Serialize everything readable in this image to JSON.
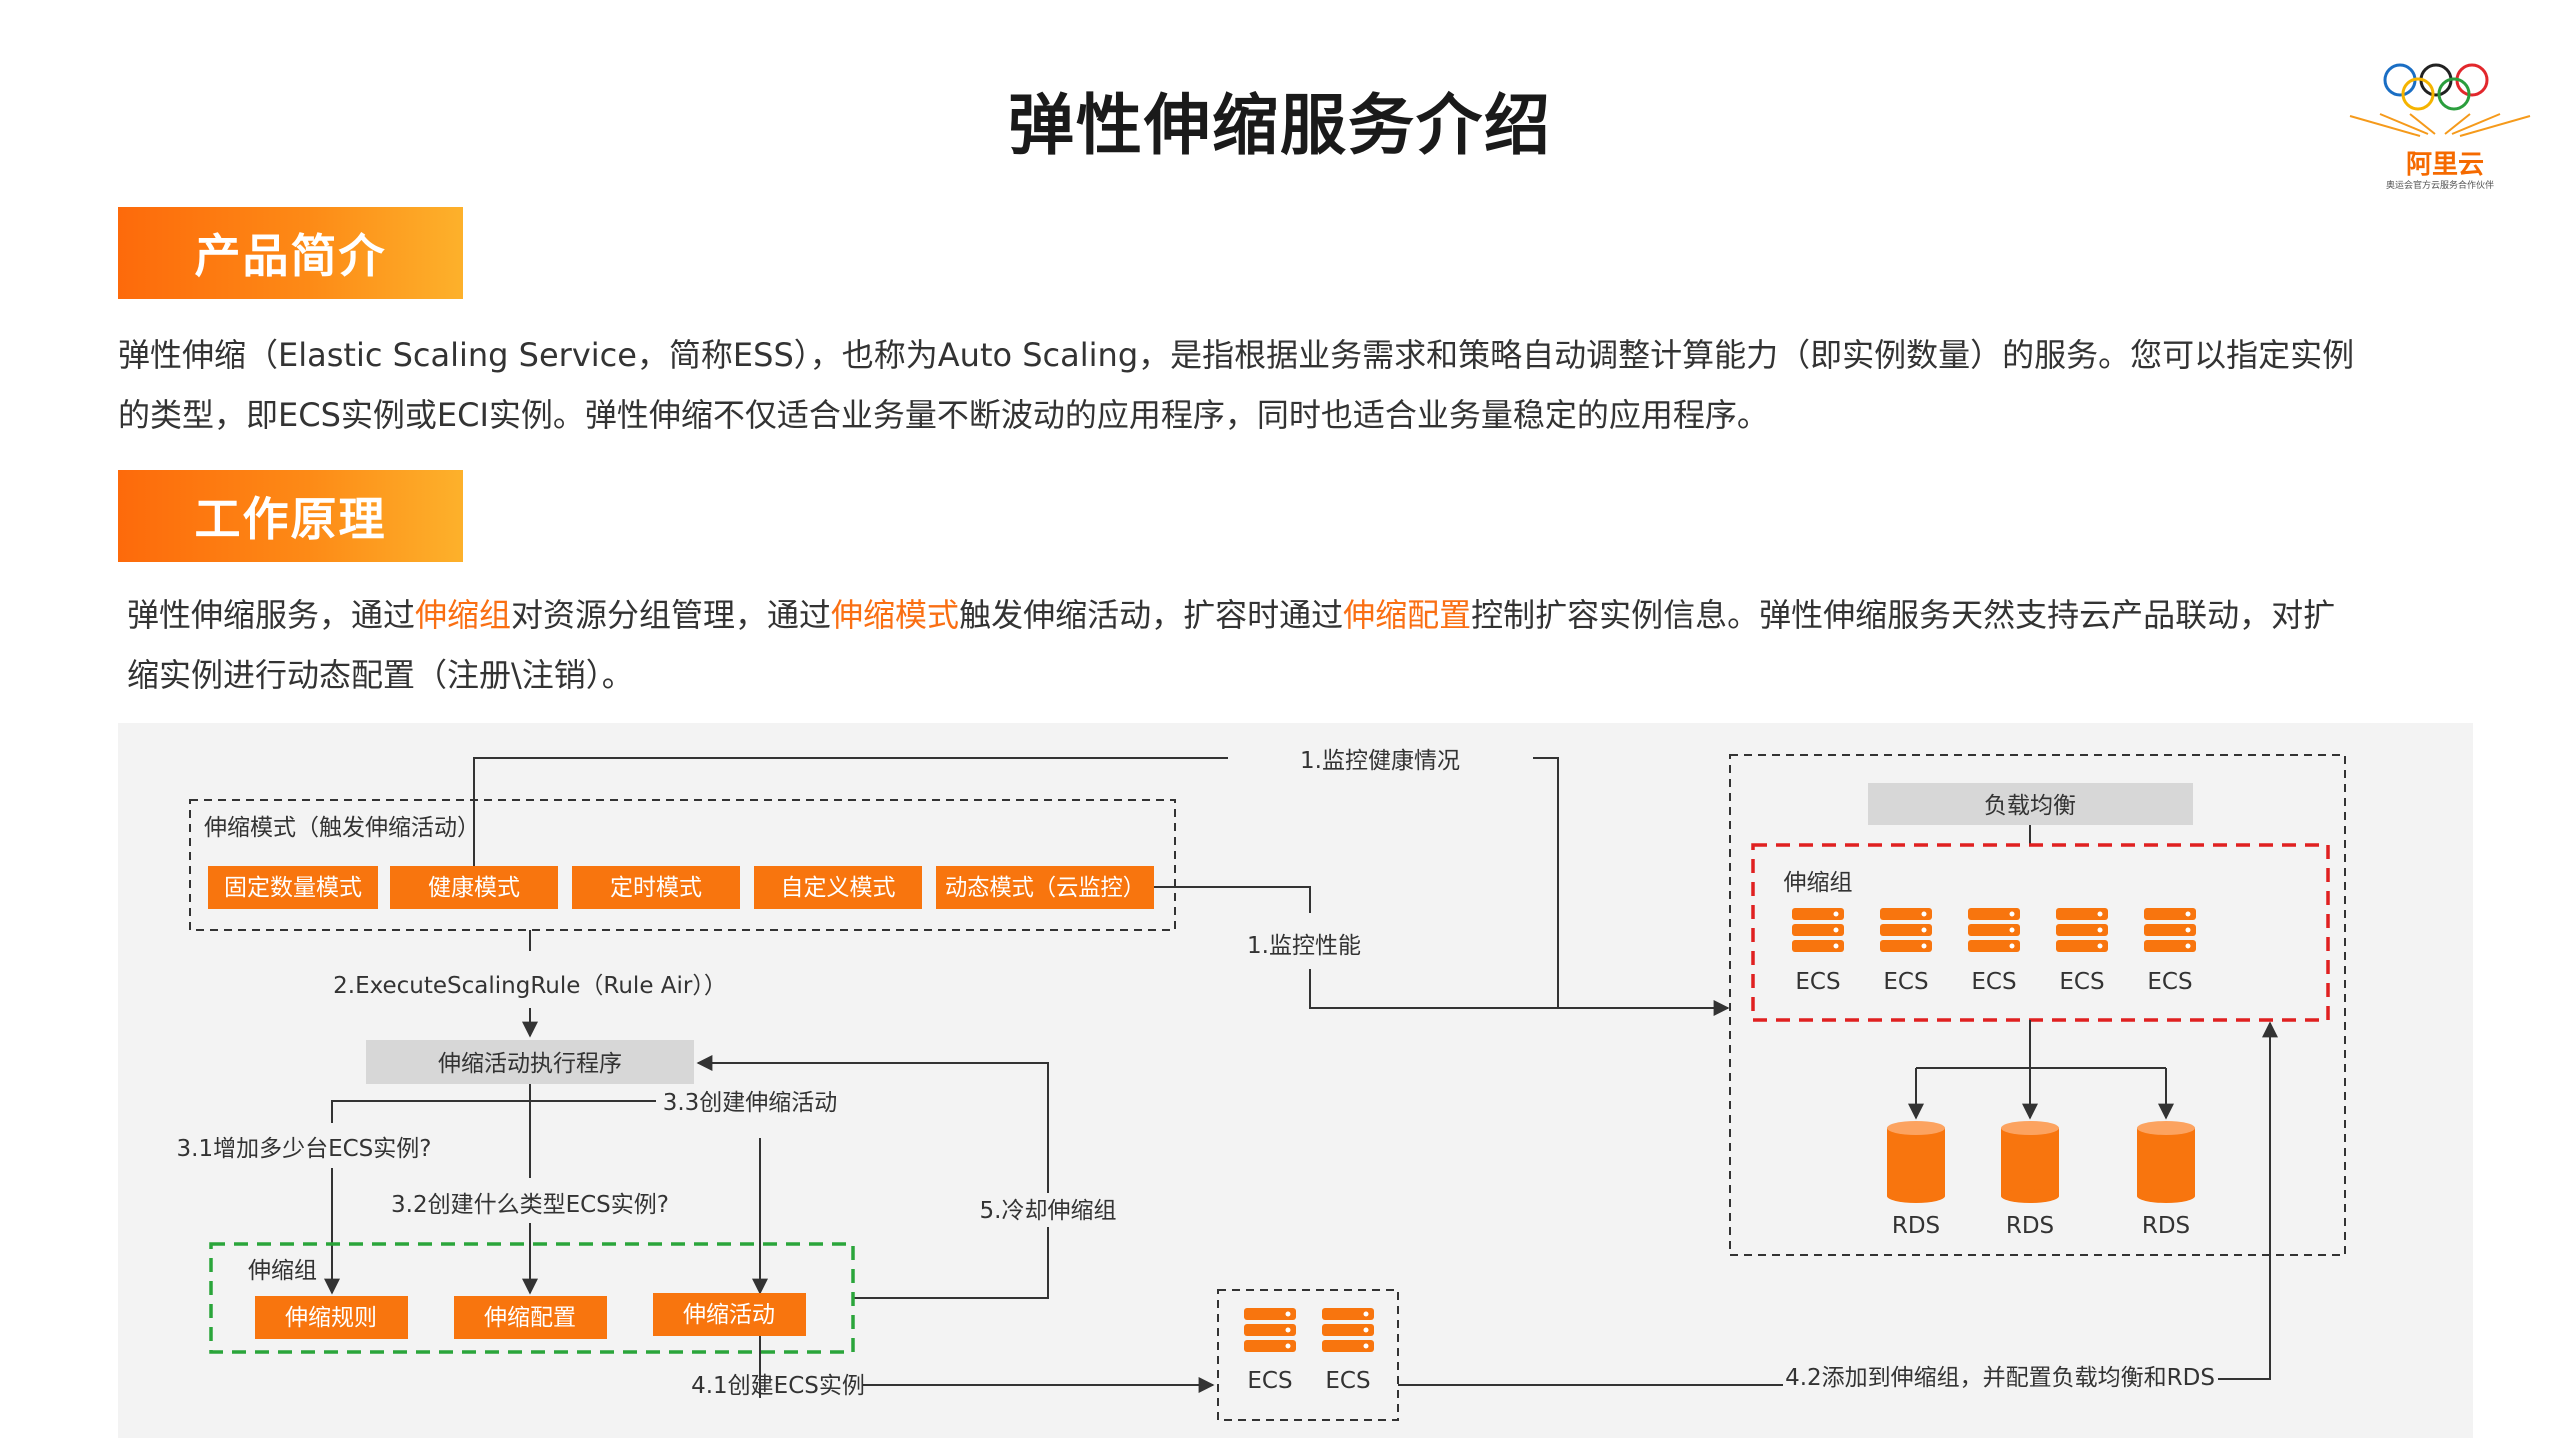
{
  "page": {
    "title": "弹性伸缩服务介绍"
  },
  "logo": {
    "text": "阿里云",
    "sub": "奥运会官方云服务合作伙伴"
  },
  "sections": {
    "intro": {
      "heading": "产品简介",
      "line1": "弹性伸缩（Elastic Scaling Service，简称ESS），也称为Auto Scaling，是指根据业务需求和策略自动调整计算能力（即实例数量）的服务。您可以指定实例",
      "line2": "的类型，即ECS实例或ECI实例。弹性伸缩不仅适合业务量不断波动的应用程序，同时也适合业务量稳定的应用程序。"
    },
    "principle": {
      "heading": "工作原理",
      "p1": "弹性伸缩服务，通过",
      "h1": "伸缩组",
      "p2": "对资源分组管理，通过",
      "h2": "伸缩模式",
      "p3": "触发伸缩活动，扩容时通过",
      "h3": "伸缩配置",
      "p4": "控制扩容实例信息。弹性伸缩服务天然支持云产品联动，对扩",
      "line2": "缩实例进行动态配置（注册\\注销）。"
    }
  },
  "diagram": {
    "mode_box_label": "伸缩模式（触发伸缩活动）",
    "modes": [
      "固定数量模式",
      "健康模式",
      "定时模式",
      "自定义模式",
      "动态模式（云监控）"
    ],
    "step_1_health": "1.监控健康情况",
    "step_1_perf": "1.监控性能",
    "step_2": "2.ExecuteScalingRule（Rule Air））",
    "executor": "伸缩活动执行程序",
    "step_3_3": "3.3创建伸缩活动",
    "step_3_1": "3.1增加多少台ECS实例?",
    "step_3_2": "3.2创建什么类型ECS实例?",
    "step_5": "5.冷却伸缩组",
    "group_label": "伸缩组",
    "group_items": [
      "伸缩规则",
      "伸缩配置",
      "伸缩活动"
    ],
    "step_4_1": "4.1创建ECS实例",
    "step_4_2": "4.2添加到伸缩组，并配置负载均衡和RDS",
    "new_instances": [
      "ECS",
      "ECS"
    ],
    "lb_label": "负载均衡",
    "cloud_group_label": "伸缩组",
    "cloud_ecs": [
      "ECS",
      "ECS",
      "ECS",
      "ECS",
      "ECS"
    ],
    "rds": [
      "RDS",
      "RDS",
      "RDS"
    ],
    "colors": {
      "orange": "#f8750e",
      "highlight": "#fa6f13",
      "red_dash": "#e02020",
      "green_dash": "#2aa53a"
    }
  }
}
